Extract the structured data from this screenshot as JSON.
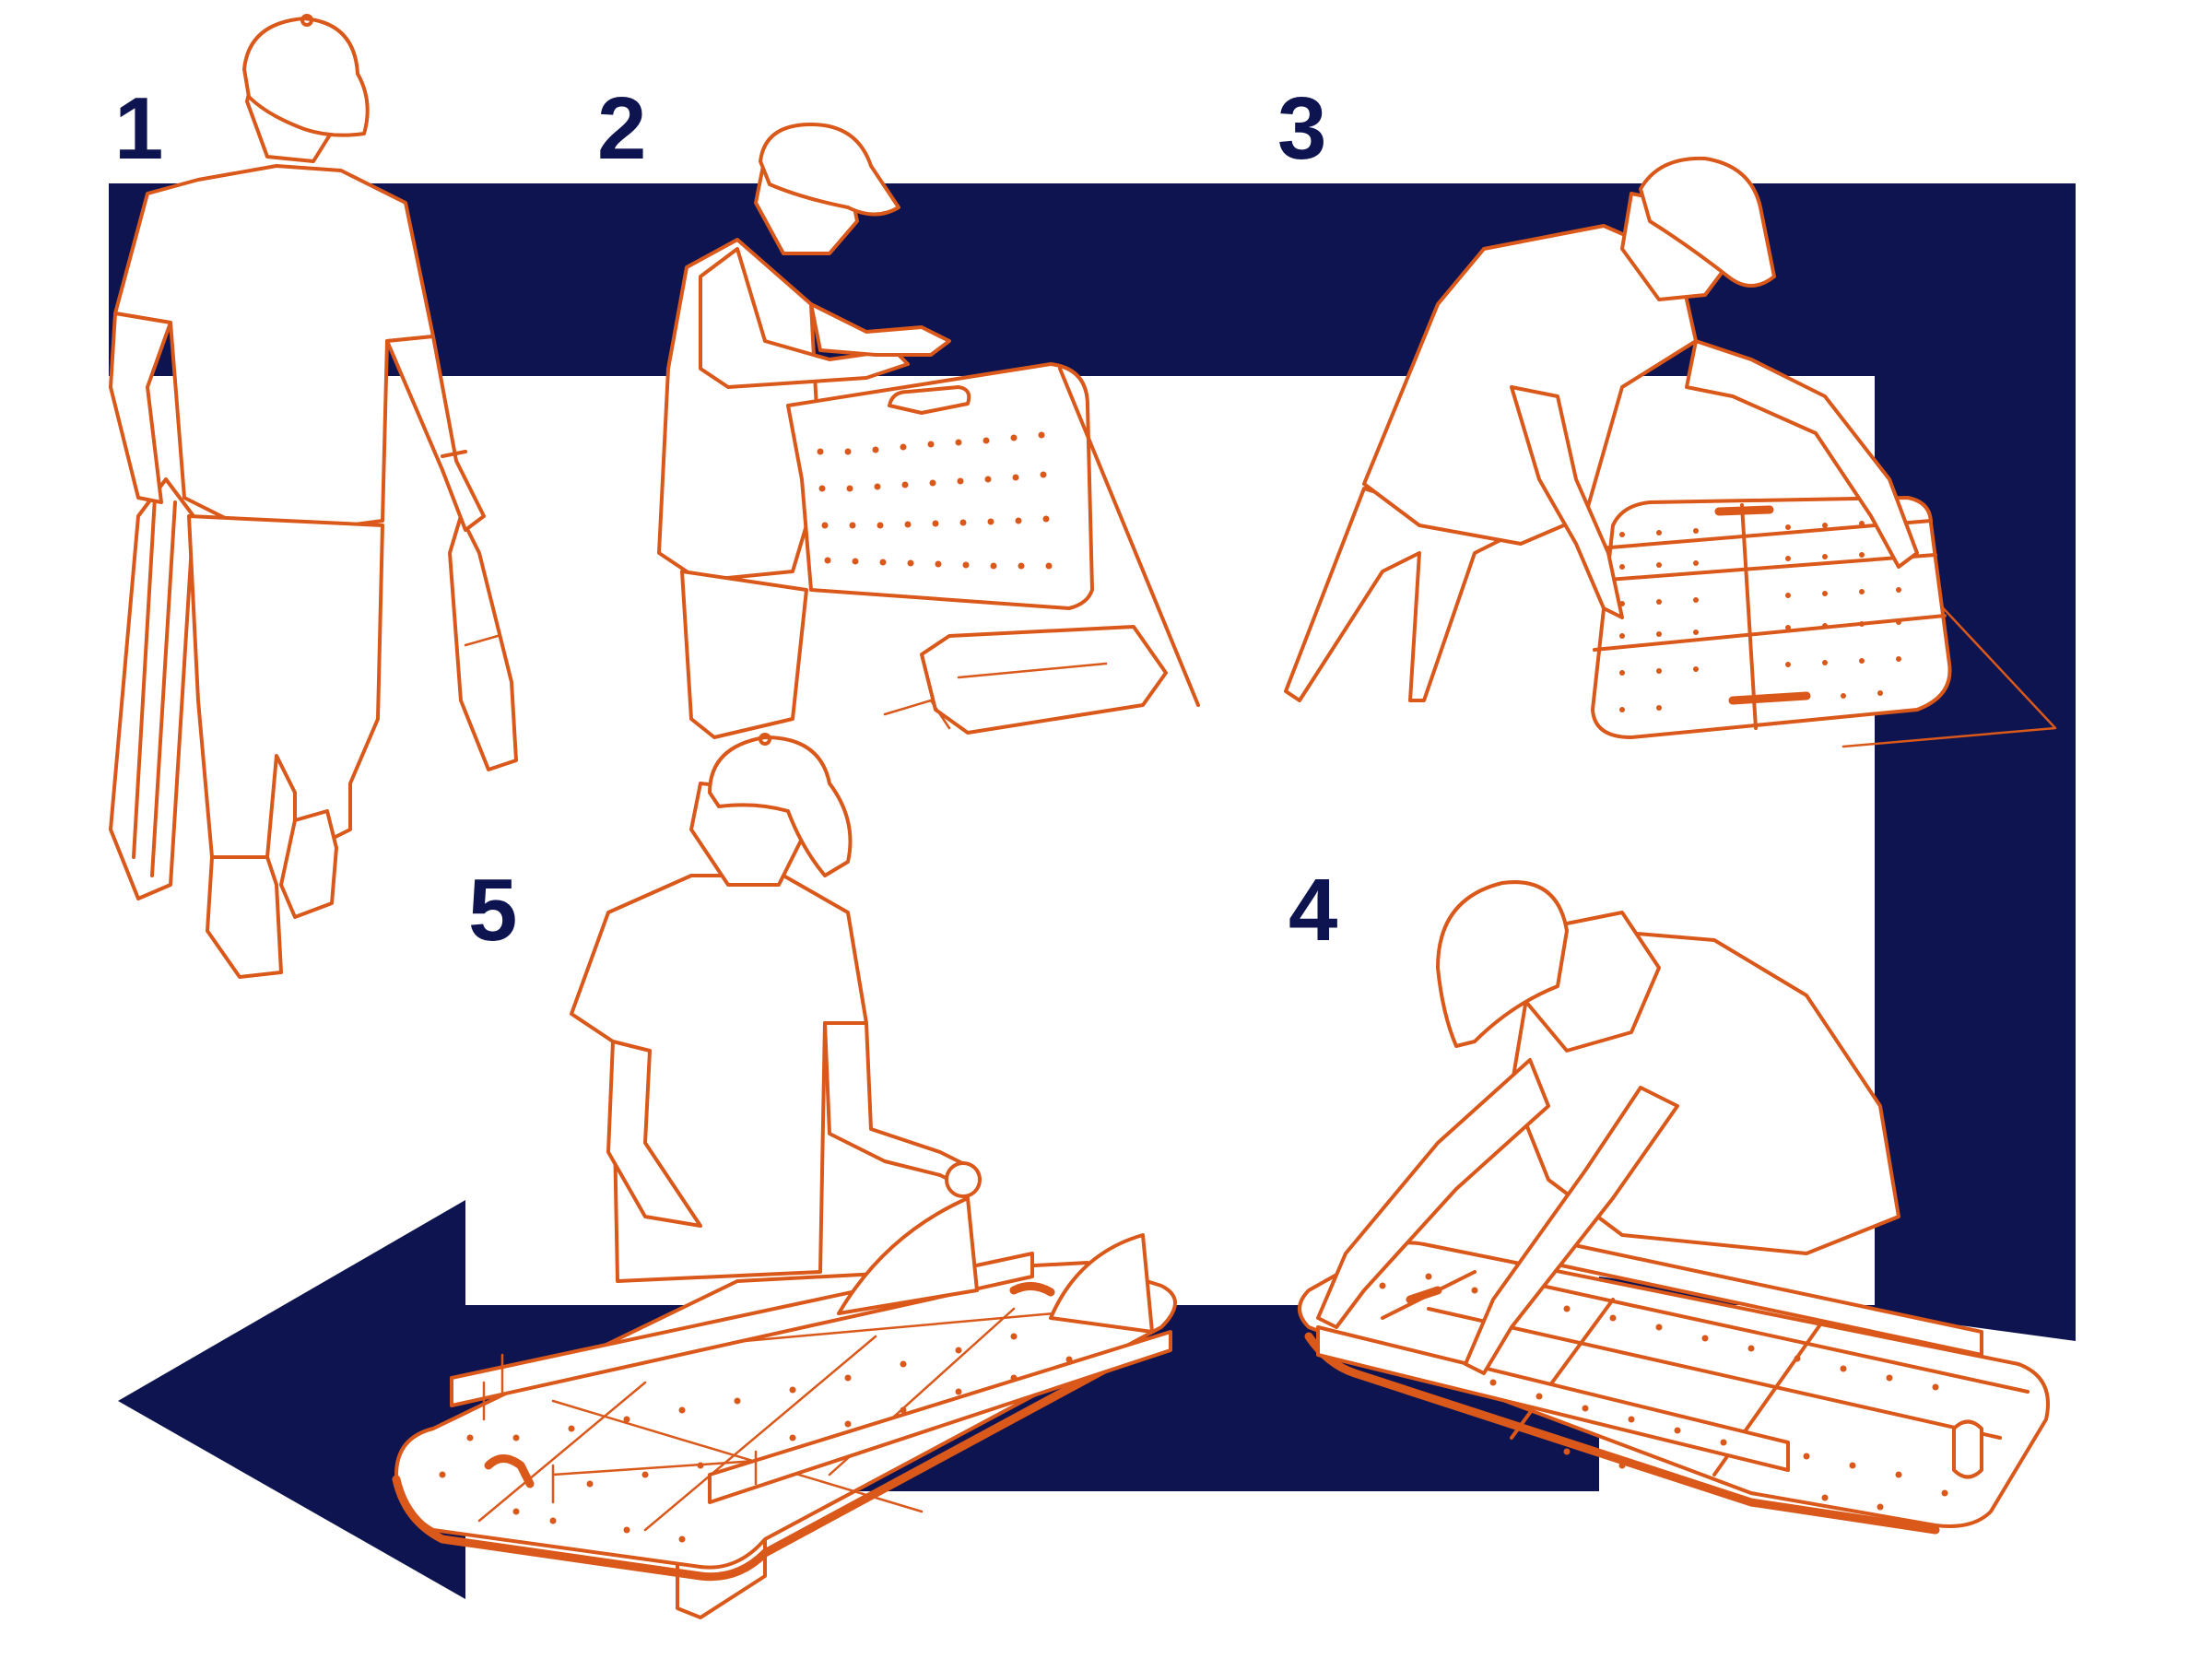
{
  "illustration": {
    "subject": "Five-step assembly sequence of a folding pegboard table carried and set up by a person in a cap",
    "colors": {
      "navy": "#0e1450",
      "orange": "#d9581a",
      "background": "#ffffff"
    },
    "flow_arrow": {
      "description": "Navy band running right along the top, down the right side, and back left along the bottom ending in a left-pointing arrowhead",
      "direction": "clockwise, ending pointing left"
    },
    "steps": [
      {
        "number": "1",
        "label": "1",
        "scene": "Person walking carrying folded board and bag"
      },
      {
        "number": "2",
        "label": "2",
        "scene": "Person unfolding the board, bag on ground"
      },
      {
        "number": "3",
        "label": "3",
        "scene": "Person laying the board flat"
      },
      {
        "number": "4",
        "label": "4",
        "scene": "Person attaching side rails to the board"
      },
      {
        "number": "5",
        "label": "5",
        "scene": "Person placing fins and pegs, finished board on legs"
      }
    ]
  }
}
